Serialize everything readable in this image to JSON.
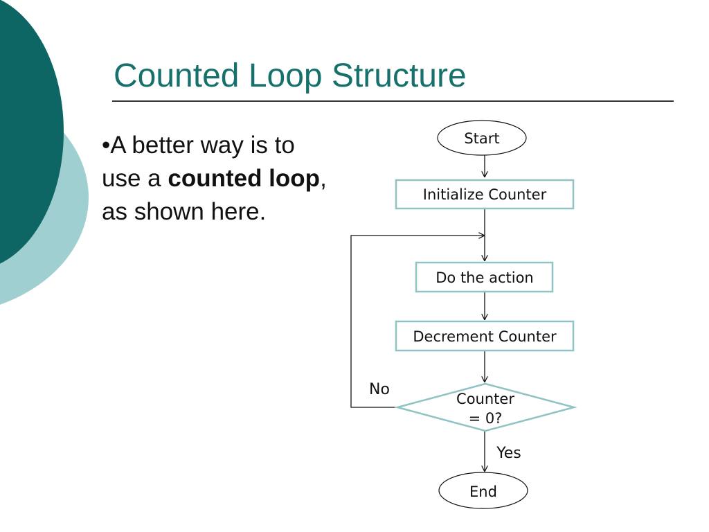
{
  "slide": {
    "title": "Counted Loop Structure",
    "bullet": {
      "marker": "•",
      "part1": "A better way is to use a ",
      "bold": "counted loop",
      "part2": ", as shown here."
    }
  },
  "flowchart": {
    "start": "Start",
    "init": "Initialize Counter",
    "action": "Do the action",
    "decrement": "Decrement Counter",
    "decision_line1": "Counter",
    "decision_line2": "= 0?",
    "no_label": "No",
    "yes_label": "Yes",
    "end": "End"
  },
  "colors": {
    "title": "#16706b",
    "node_border": "#8fc3c5",
    "deco_dark": "#0d6663",
    "deco_light": "#a0cfd1"
  }
}
